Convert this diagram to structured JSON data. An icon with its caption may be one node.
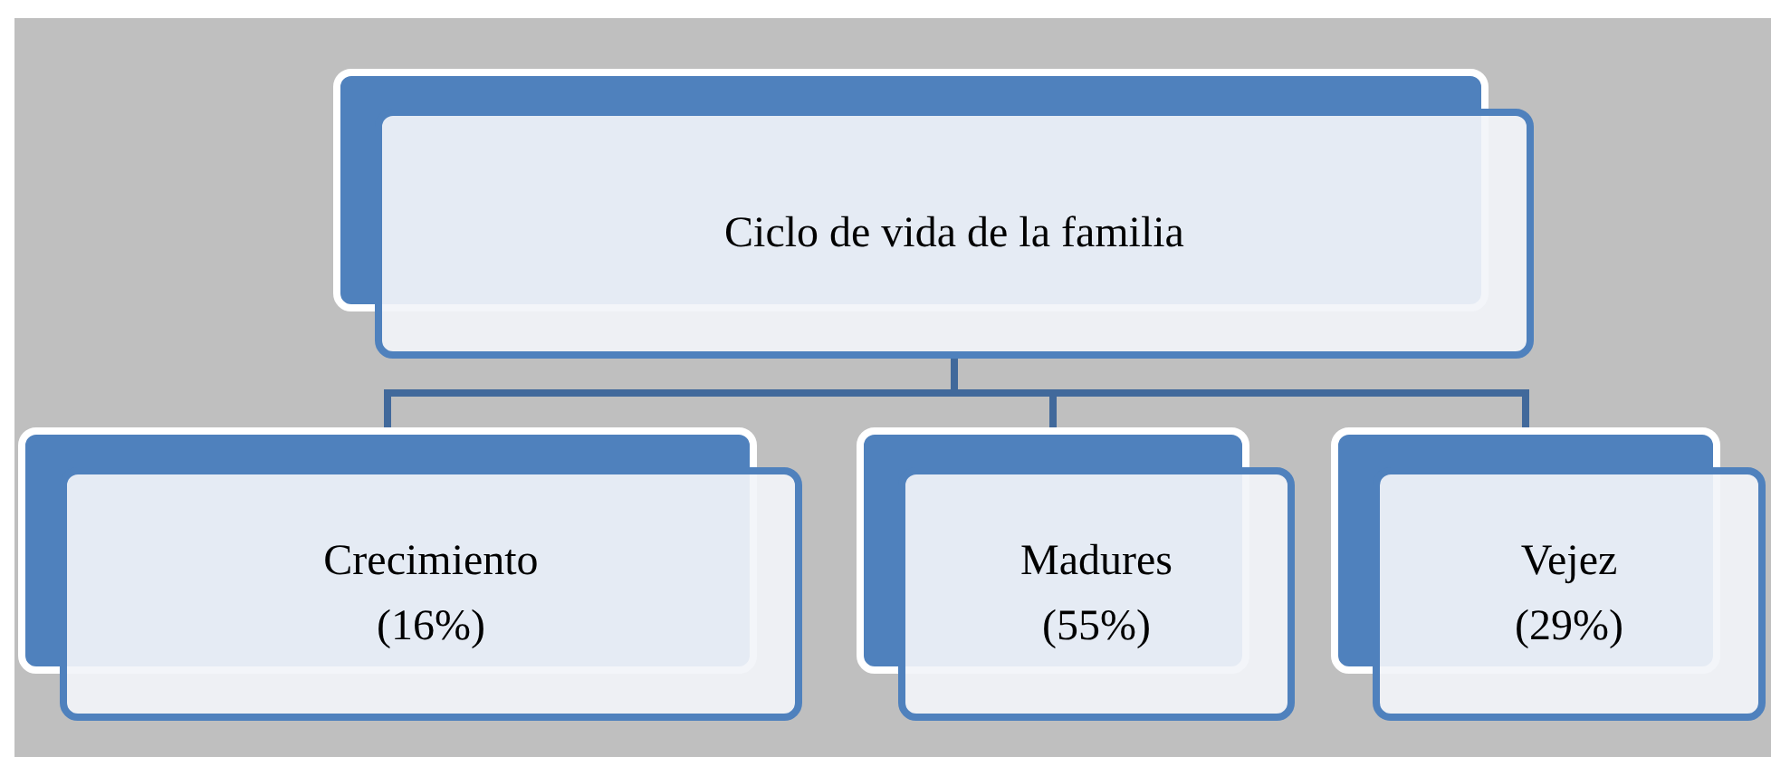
{
  "diagram": {
    "nodes": [
      {
        "text": [
          "Ciclo de vida de la familia"
        ]
      },
      {
        "text": [
          "Crecimiento",
          "(16%)"
        ]
      },
      {
        "text": [
          "Madures",
          "(55%)"
        ]
      },
      {
        "text": [
          "Vejez",
          "(29%)"
        ]
      }
    ],
    "edges": [
      {
        "from": 0,
        "to": 1,
        "arrow": "none"
      },
      {
        "from": 0,
        "to": 2,
        "arrow": "none"
      },
      {
        "from": 0,
        "to": 3,
        "arrow": "none"
      }
    ]
  }
}
